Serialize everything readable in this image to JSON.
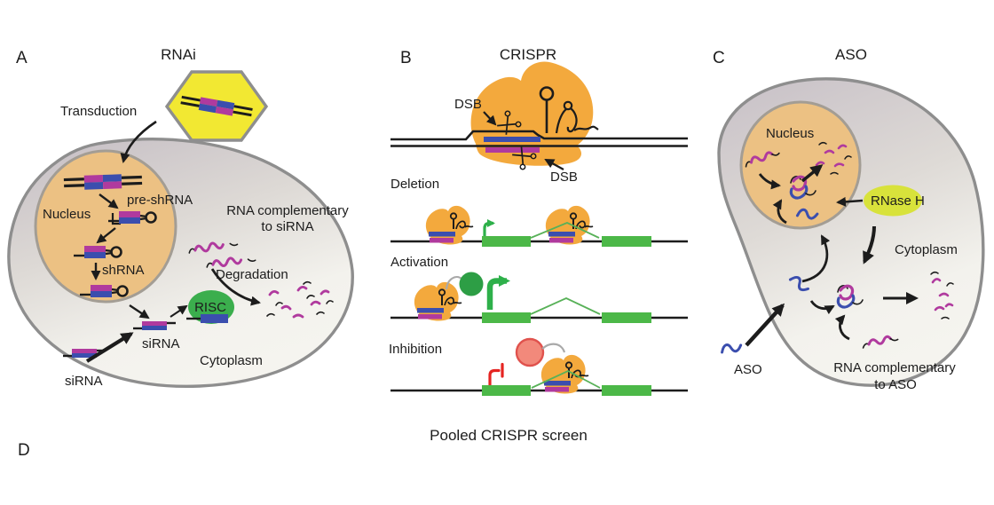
{
  "figure": {
    "panel_a": {
      "label": "A",
      "title": "RNAi",
      "labels": {
        "transduction": "Transduction",
        "nucleus": "Nucleus",
        "pre_shrna": "pre-shRNA",
        "shrna": "shRNA",
        "sirna_cell": "siRNA",
        "sirna_outside": "siRNA",
        "risc": "RISC",
        "rna_complementary": {
          "line1": "RNA complementary",
          "line2": "to siRNA"
        },
        "degradation": "Degradation",
        "cytoplasm": "Cytoplasm"
      }
    },
    "panel_b": {
      "label": "B",
      "title": "CRISPR",
      "labels": {
        "dsb_top": "DSB",
        "dsb_bottom": "DSB",
        "deletion": "Deletion",
        "activation": "Activation",
        "inhibition": "Inhibition",
        "pooled_screen": "Pooled CRISPR screen"
      }
    },
    "panel_c": {
      "label": "C",
      "title": "ASO",
      "labels": {
        "nucleus": "Nucleus",
        "rnase_h": "RNase H",
        "cytoplasm": "Cytoplasm",
        "aso": "ASO",
        "rna_complementary": {
          "line1": "RNA complementary",
          "line2": "to ASO"
        }
      }
    },
    "panel_d": {
      "label": "D"
    },
    "colors": {
      "vector_yellow": "#f2e832",
      "cell_fill_top": "#c6bfc5",
      "cell_fill_bottom": "#f5f4ef",
      "nucleus_fill": "#ecc183",
      "outline_gray": "#8e8e8e",
      "sense_magenta": "#b03a9e",
      "antisense_blue": "#3b4eae",
      "risc_green": "#3bae4d",
      "exon_green": "#4cb848",
      "promoter_green": "#2eb04a",
      "cas9_orange": "#f3a93d",
      "activator_green": "#2d9e45",
      "repressor_red_fill": "#f2897b",
      "repressor_red_stroke": "#e0524d",
      "inhibitor_red": "#e52421",
      "rnase_h_yellow": "#d8e23b",
      "text_color": "#1c1c1c"
    }
  }
}
